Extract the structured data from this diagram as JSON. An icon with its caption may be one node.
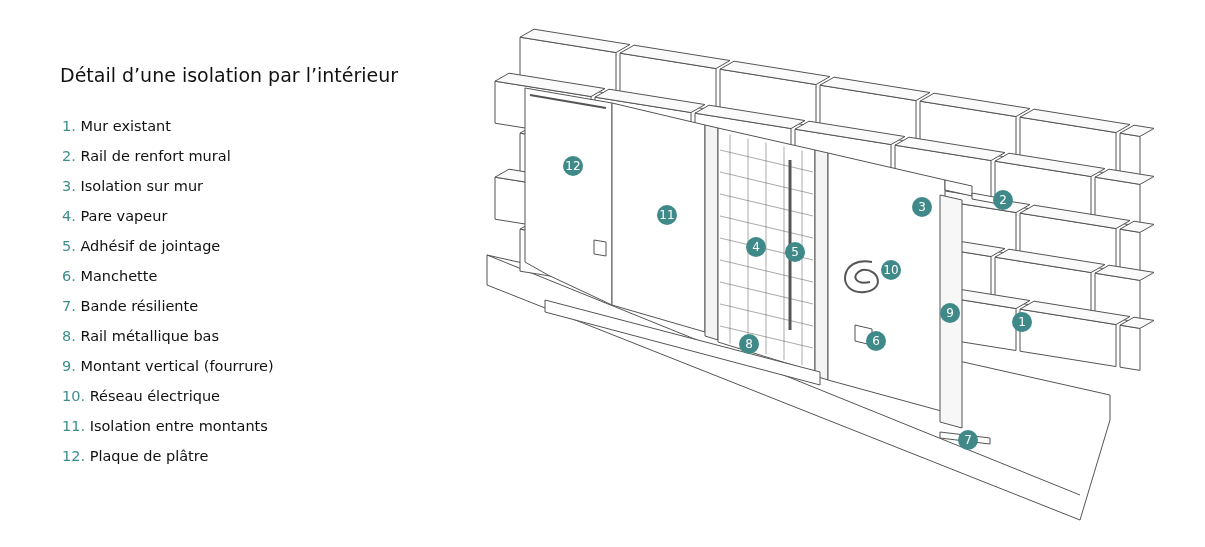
{
  "diagram": {
    "title": "Détail d’une isolation par l’intérieur",
    "labels": [
      "1. Mur existant",
      "2. Rail de renfort mural",
      "3. Isolation sur mur",
      "4. Pare vapeur",
      "5. Adhésif de jointage",
      "6. Manchette",
      "7. Bande résiliente",
      "8. Rail métallique bas",
      "9. Montant vertical (fourrure)",
      "10. Réseau électrique",
      "11. Isolation entre montants",
      "12. Plaque de plâtre",
      "12",
      "2",
      "3",
      "11",
      "4",
      "5",
      "10",
      "9",
      "1",
      "6",
      "8",
      "7"
    ]
  }
}
